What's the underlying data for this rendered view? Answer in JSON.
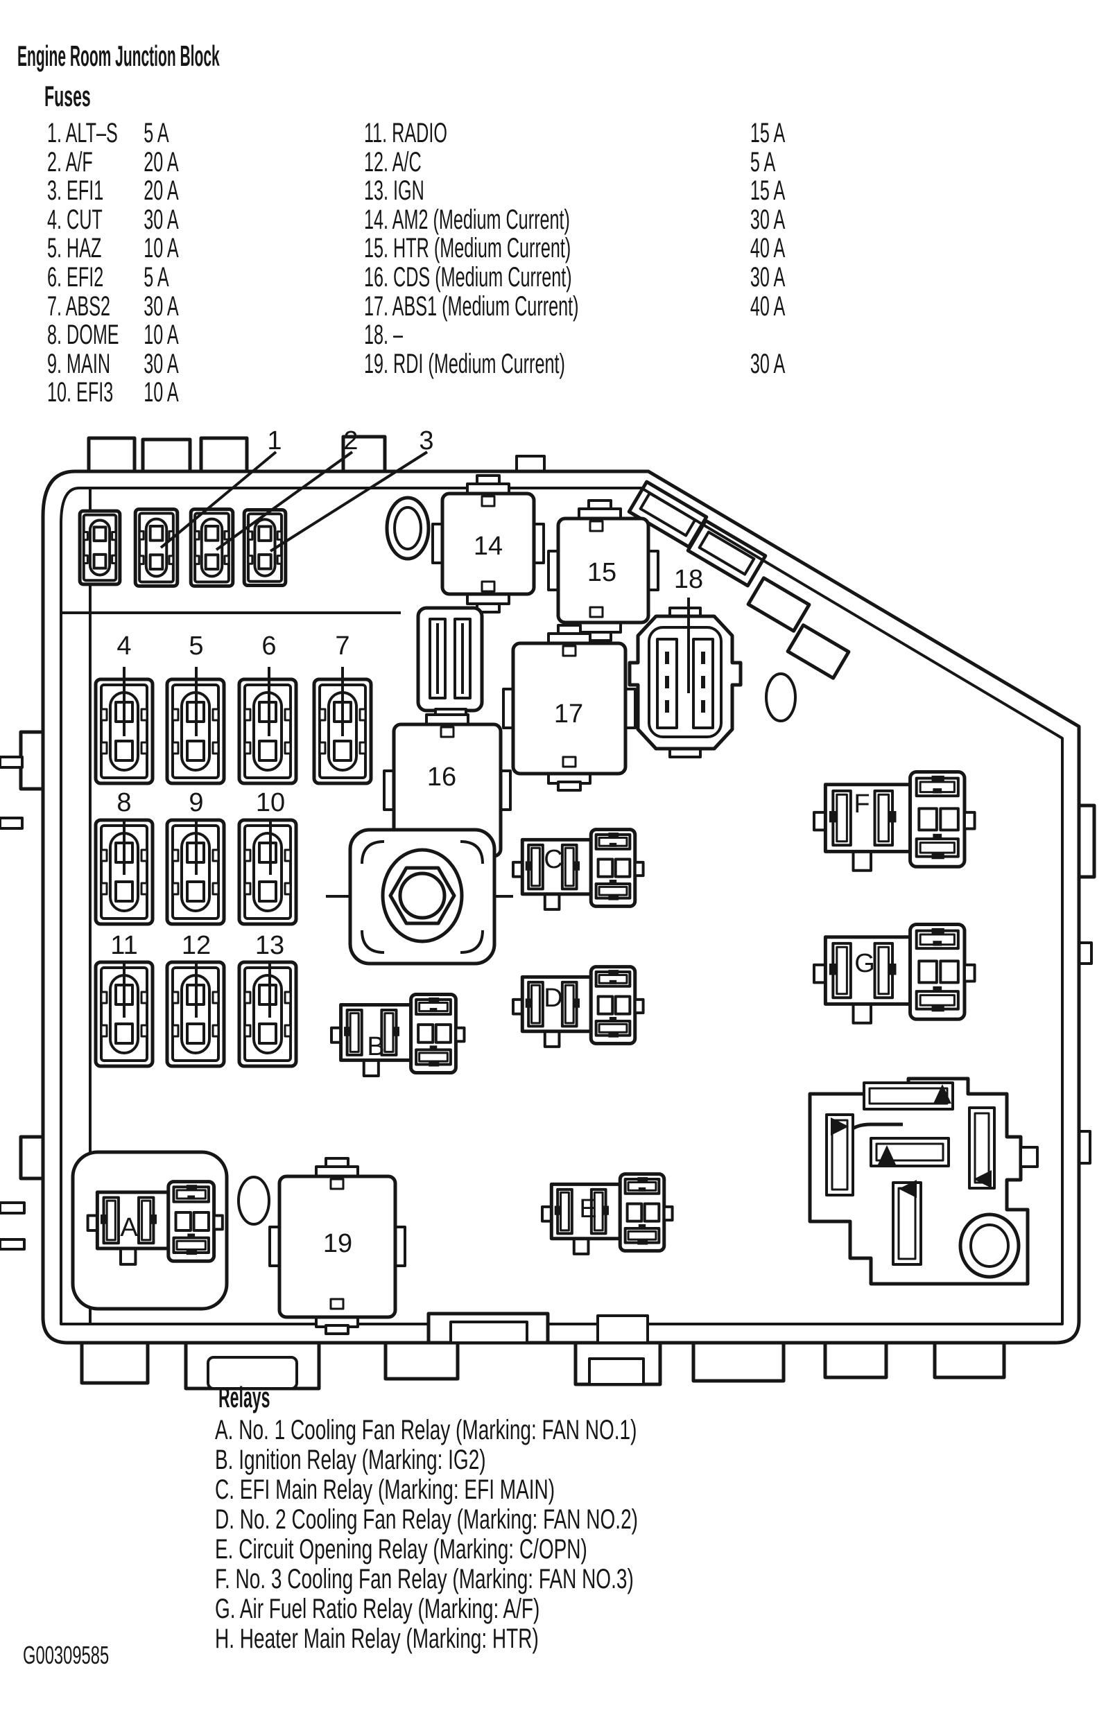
{
  "title": "Engine Room Junction Block",
  "fuses": {
    "heading": "Fuses",
    "left": [
      {
        "label": "1. ALT–S",
        "amp": "5 A"
      },
      {
        "label": "2. A/F",
        "amp": "20 A"
      },
      {
        "label": "3. EFI1",
        "amp": "20 A"
      },
      {
        "label": "4. CUT",
        "amp": "30 A"
      },
      {
        "label": "5. HAZ",
        "amp": "10 A"
      },
      {
        "label": "6. EFI2",
        "amp": "5 A"
      },
      {
        "label": "7. ABS2",
        "amp": "30 A"
      },
      {
        "label": "8. DOME",
        "amp": "10 A"
      },
      {
        "label": "9. MAIN",
        "amp": "30 A"
      },
      {
        "label": "10. EFI3",
        "amp": "10 A"
      }
    ],
    "right": [
      {
        "label": "11. RADIO",
        "amp": "15 A"
      },
      {
        "label": "12. A/C",
        "amp": "5 A"
      },
      {
        "label": "13. IGN",
        "amp": "15 A"
      },
      {
        "label": "14. AM2 (Medium Current)",
        "amp": "30 A"
      },
      {
        "label": "15. HTR (Medium Current)",
        "amp": "40 A"
      },
      {
        "label": "16. CDS (Medium Current)",
        "amp": "30 A"
      },
      {
        "label": "17. ABS1 (Medium Current)",
        "amp": "40 A"
      },
      {
        "label": "18. –",
        "amp": ""
      },
      {
        "label": "19. RDI (Medium Current)",
        "amp": "30 A"
      }
    ]
  },
  "relays": {
    "heading": "Relays",
    "items": [
      "A. No. 1 Cooling Fan Relay (Marking: FAN NO.1)",
      "B. Ignition Relay (Marking: IG2)",
      "C. EFI Main Relay (Marking: EFI MAIN)",
      "D. No. 2 Cooling Fan Relay (Marking: FAN NO.2)",
      "E. Circuit Opening Relay (Marking: C/OPN)",
      "F. No. 3 Cooling Fan Relay (Marking: FAN NO.3)",
      "G. Air Fuel Ratio Relay (Marking: A/F)",
      "H. Heater Main Relay (Marking: HTR)"
    ]
  },
  "figure_id": "G00309585",
  "diagram": {
    "fuse_labels": [
      "1",
      "2",
      "3",
      "4",
      "5",
      "6",
      "7",
      "8",
      "9",
      "10",
      "11",
      "12",
      "13"
    ],
    "block_labels": [
      "14",
      "15",
      "16",
      "17",
      "18",
      "19"
    ],
    "relay_labels": [
      "A",
      "B",
      "C",
      "D",
      "E",
      "F",
      "G"
    ]
  }
}
